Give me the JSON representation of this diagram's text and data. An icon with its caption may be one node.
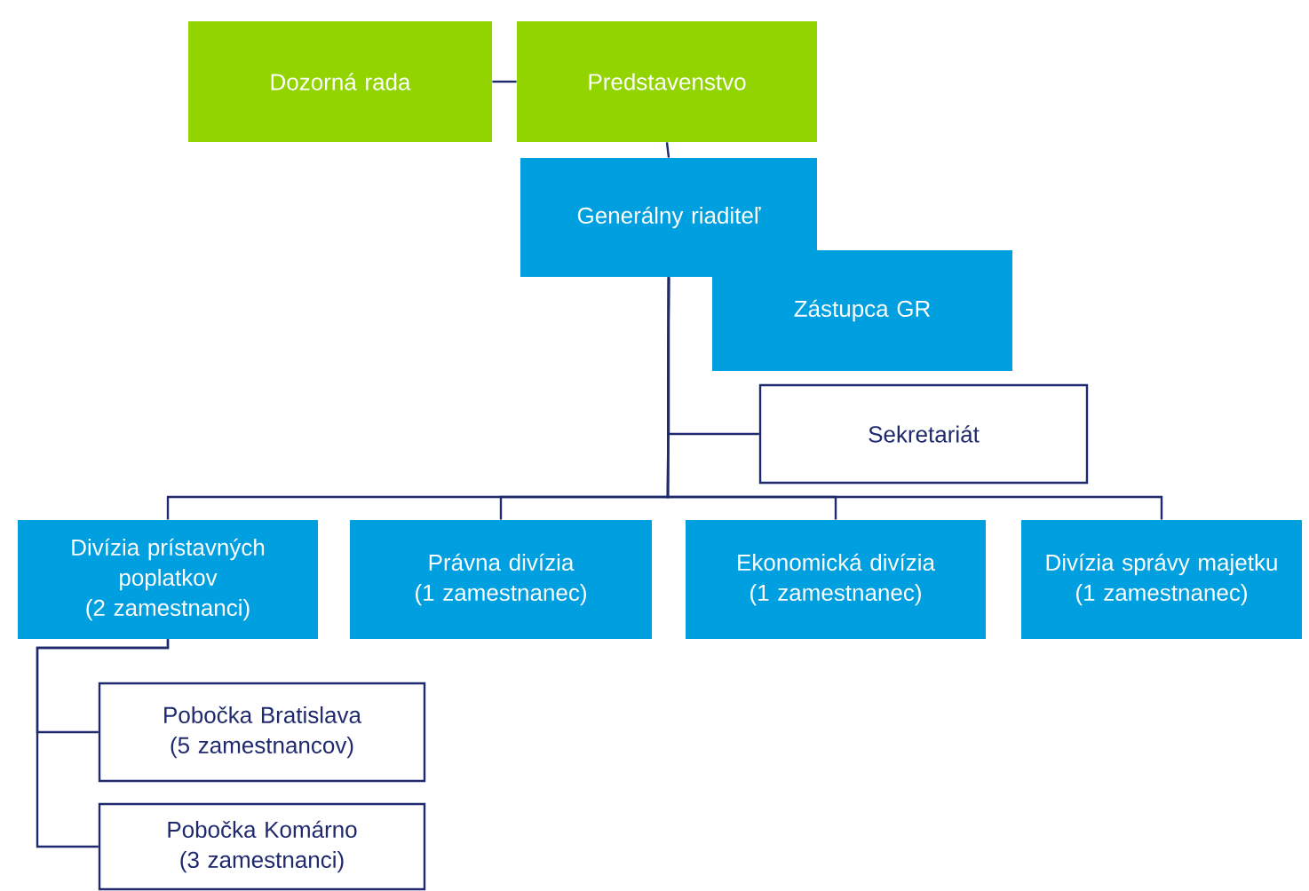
{
  "diagram": {
    "nodes": [
      {
        "text": [
          "Dozorná rada"
        ]
      },
      {
        "text": [
          "Predstavenstvo"
        ]
      },
      {
        "text": [
          "Generálny riaditeľ"
        ]
      },
      {
        "text": [
          "Zástupca GR"
        ]
      },
      {
        "text": [
          "Sekretariát"
        ]
      },
      {
        "text": [
          "Divízia prístavných poplatkov",
          "(2 zamestnanci)"
        ]
      },
      {
        "text": [
          "Právna divízia",
          "(1 zamestnanec)"
        ]
      },
      {
        "text": [
          "Ekonomická divízia",
          "(1 zamestnanec)"
        ]
      },
      {
        "text": [
          "Divízia správy majetku",
          "(1 zamestnanec)"
        ]
      },
      {
        "text": [
          "Pobočka Bratislava",
          "(5 zamestnancov)"
        ]
      },
      {
        "text": [
          "Pobočka Komárno",
          "(3 zamestnanci)"
        ]
      }
    ],
    "edges": [
      {
        "from": 0,
        "to": 1,
        "arrow": "none"
      },
      {
        "from": 1,
        "to": 2,
        "arrow": "none"
      },
      {
        "from": 2,
        "to": 4,
        "arrow": "none"
      },
      {
        "from": 2,
        "to": 5,
        "arrow": "none"
      },
      {
        "from": 2,
        "to": 6,
        "arrow": "none"
      },
      {
        "from": 2,
        "to": 7,
        "arrow": "none"
      },
      {
        "from": 2,
        "to": 8,
        "arrow": "none"
      },
      {
        "from": 5,
        "to": 9,
        "arrow": "none"
      },
      {
        "from": 5,
        "to": 10,
        "arrow": "none"
      }
    ]
  }
}
